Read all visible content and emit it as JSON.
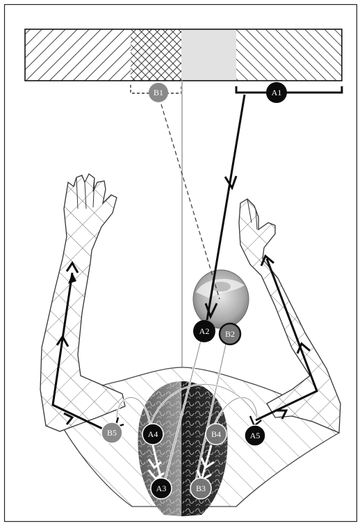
{
  "figure": {
    "colors": {
      "frame": "#222222",
      "black_node": "#0b0b0b",
      "grey_node": "#8a8a8a",
      "grey_node_dark": "#767676",
      "stripe_light_fill": "#e2e2e2",
      "skin_outline": "#555555"
    },
    "visual_field_bar": {
      "segments": [
        "left-diagonal-hatch",
        "cross-hatch",
        "light-grey-plain",
        "right-diagonal-hatch"
      ]
    },
    "nodes": {
      "A1": "A1",
      "A2": "A2",
      "A3": "A3",
      "A4": "A4",
      "A5": "A5",
      "B1": "B1",
      "B2": "B2",
      "B3": "B3",
      "B4": "B4",
      "B5": "B5"
    }
  }
}
